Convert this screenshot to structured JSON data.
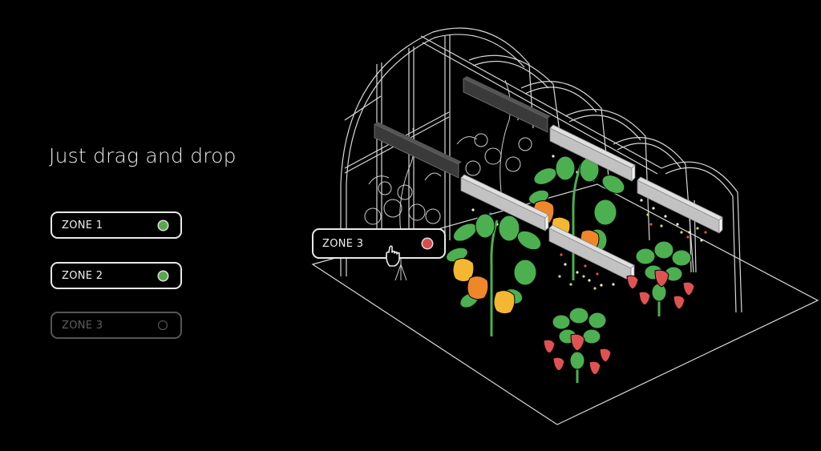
{
  "headline": "Just drag and drop",
  "zones": [
    {
      "label": "ZONE 1",
      "status": "active",
      "status_color": "#5aa64f"
    },
    {
      "label": "ZONE 2",
      "status": "active",
      "status_color": "#5aa64f"
    },
    {
      "label": "ZONE 3",
      "status": "empty",
      "status_color": "none"
    }
  ],
  "dragged_zone": {
    "label": "ZONE 3",
    "status_color": "#d94b4b",
    "cursor": "hand-pointer-icon"
  },
  "colors": {
    "background": "#000000",
    "outline": "#e8e8e8",
    "leaf_green": "#4caf50",
    "pepper_yellow": "#f5b731",
    "pepper_orange": "#f0862a",
    "strawberry_red": "#e05252",
    "lamp_grey": "#bdbdbd",
    "lamp_dark": "#333333"
  },
  "illustration": {
    "subject": "greenhouse with grow lights, pepper plants and strawberry plants",
    "grow_lights_on": 4,
    "grow_lights_off": 2
  }
}
